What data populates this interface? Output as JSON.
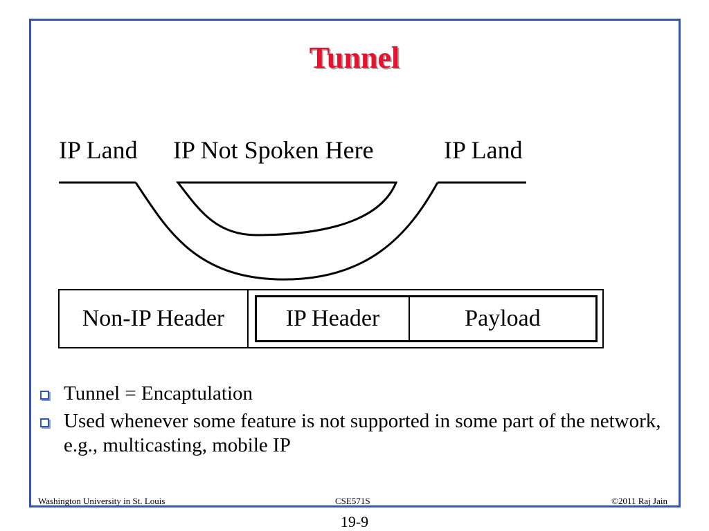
{
  "slide": {
    "title": "Tunnel",
    "labels": {
      "left": "IP Land",
      "middle": "IP Not Spoken Here",
      "right": "IP Land"
    },
    "packet": {
      "non_ip_header": "Non-IP Header",
      "ip_header": "IP Header",
      "payload": "Payload"
    },
    "bullets": [
      "Tunnel = Encaptulation",
      "Used whenever some feature is not supported in some part of the network, e.g., multicasting, mobile IP"
    ],
    "footer": {
      "left": "Washington University in St. Louis",
      "center": "CSE571S",
      "right": "©2011 Raj Jain"
    },
    "page_number": "19-9"
  },
  "colors": {
    "frame": "#3355bb",
    "title": "#e8112d",
    "bullet_icon": "#3355bb"
  },
  "icons": {
    "bullet": "hollow-square-bullet-icon"
  }
}
